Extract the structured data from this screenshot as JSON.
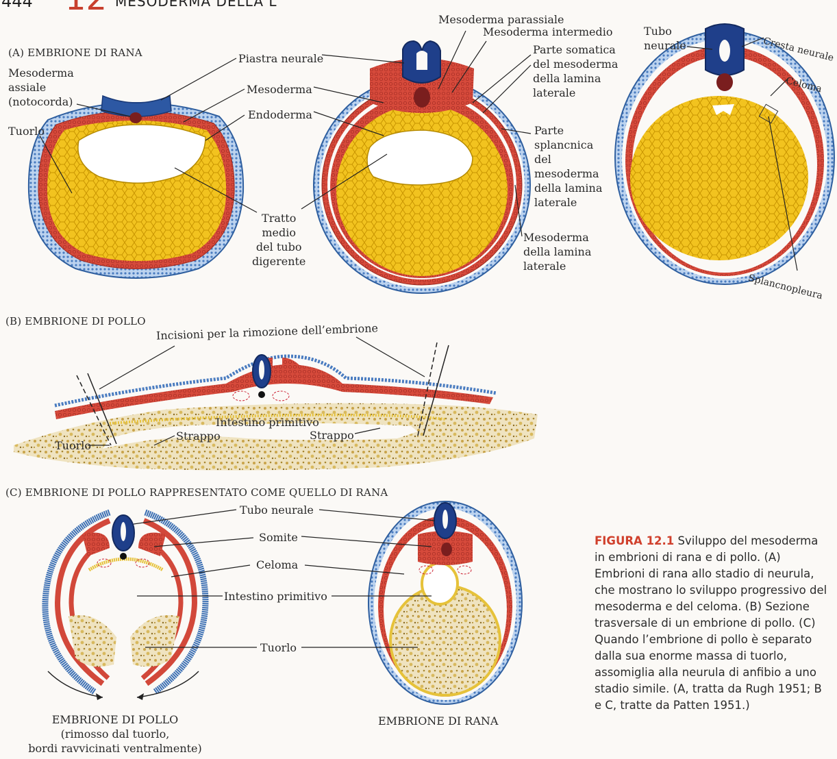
{
  "header": {
    "page_number": "444",
    "chapter_number": "12",
    "chapter_title": "MESODERMA DELLA L"
  },
  "section_a": {
    "title": "(A)  EMBRIONE DI RANA",
    "labels": {
      "assial": [
        "Mesoderma",
        "assiale",
        "(notocorda)"
      ],
      "tuorlo": "Tuorlo",
      "piastra": "Piastra neurale",
      "mesoderma": "Mesoderma",
      "endoderma": "Endoderma",
      "tratto": [
        "Tratto",
        "medio",
        "del tubo",
        "digerente"
      ],
      "parassiale": "Mesoderma parassiale",
      "intermedio": "Mesoderma intermedio",
      "somatica": [
        "Parte somatica",
        "del mesoderma",
        "della lamina",
        "laterale"
      ],
      "splancnica": [
        "Parte",
        "splancnica",
        "del",
        "mesoderma",
        "della lamina",
        "laterale"
      ],
      "laminalat": [
        "Mesoderma",
        "della lamina",
        "laterale"
      ],
      "tubo": [
        "Tubo",
        "neurale"
      ],
      "cresta": "Cresta neurale",
      "celoma": "Celoma",
      "splancnopleura": "Splancnopleura"
    }
  },
  "section_b": {
    "title": "(B)  EMBRIONE DI POLLO",
    "labels": {
      "incisioni": "Incisioni per la rimozione dell’embrione",
      "intestino": "Intestino primitivo",
      "strappo": "Strappo",
      "tuorlo": "Tuorlo"
    }
  },
  "section_c": {
    "title": "(C)  EMBRIONE DI POLLO RAPPRESENTATO COME QUELLO DI RANA",
    "labels": {
      "tubo": "Tubo neurale",
      "somite": "Somite",
      "celoma": "Celoma",
      "intestino": "Intestino primitivo",
      "tuorlo": "Tuorlo"
    },
    "chick_caption": [
      "EMBRIONE DI POLLO",
      "(rimosso dal tuorlo,",
      "bordi ravvicinati ventralmente)"
    ],
    "frog_caption": "EMBRIONE DI RANA"
  },
  "caption": {
    "label": "FIGURA 12.1",
    "text": " Sviluppo del mesoderma in embrioni di rana e di pollo. (A) Embrioni di rana allo stadio di neurula, che mostrano lo sviluppo progressivo del mesoderma e del celoma. (B) Sezione trasversale di un embrione di pollo. (C) Quando l’embrione di pollo è separato dalla sua enorme massa di tuorlo, assomiglia alla neurula di anfibio a uno stadio simile. (A, tratta da Rugh 1951; B e C, tratte da Patten 1951.)"
  },
  "colors": {
    "ectoderm_blue": "#3b6fb3",
    "neural_blue": "#1f3f8a",
    "mesoderm_red": "#d2483a",
    "yolk_yellow": "#f0c226",
    "notochord": "#7a1e1e",
    "accent": "#d0402c"
  }
}
